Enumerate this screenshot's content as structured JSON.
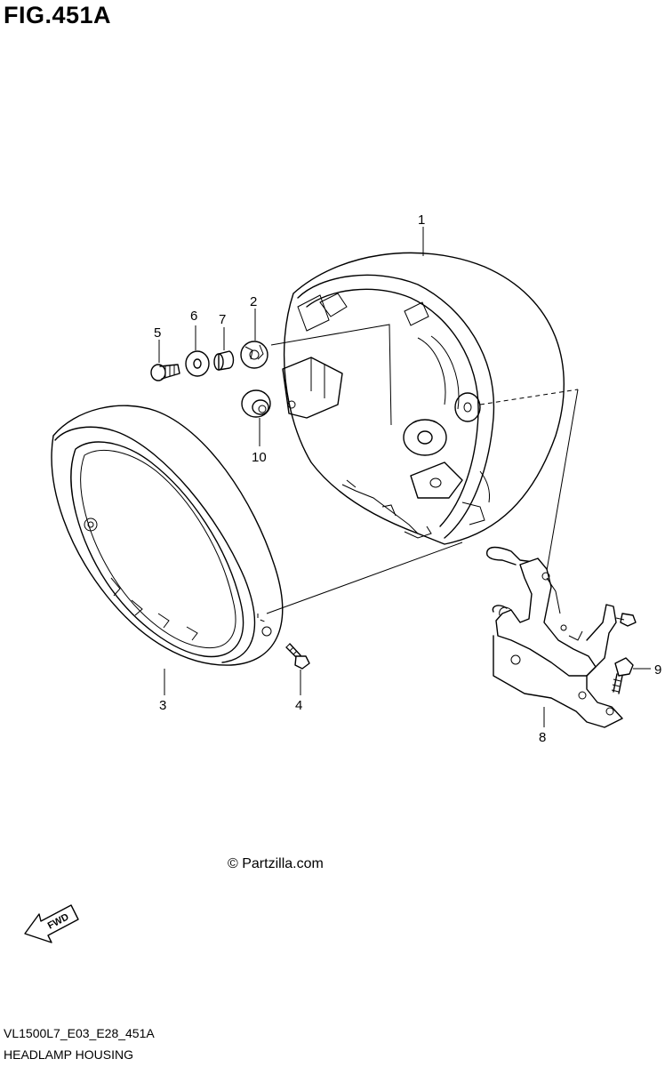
{
  "header": {
    "figure_title": "FIG.451A"
  },
  "callouts": {
    "p1": "1",
    "p2": "2",
    "p3": "3",
    "p4": "4",
    "p5": "5",
    "p6": "6",
    "p7": "7",
    "p8": "8",
    "p9": "9",
    "p10": "10"
  },
  "footer": {
    "copyright": "© Partzilla.com",
    "arrow_label": "FWD",
    "diagram_code": "VL1500L7_E03_E28_451A",
    "diagram_name": "HEADLAMP HOUSING"
  }
}
